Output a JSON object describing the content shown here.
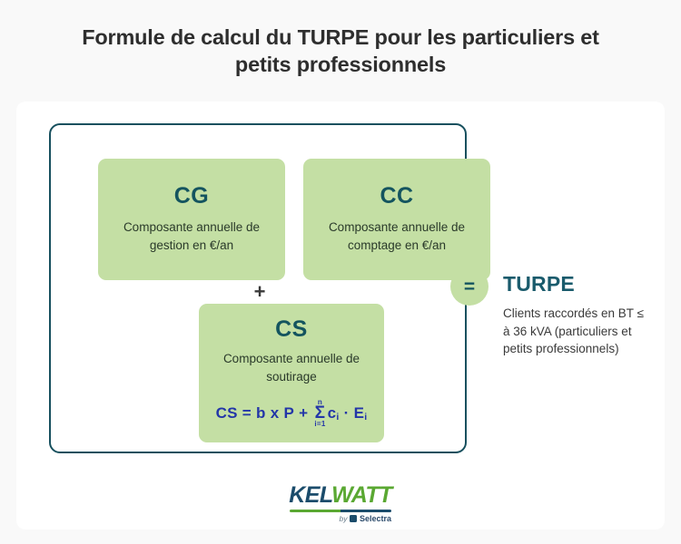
{
  "title": "Formule de calcul du TURPE pour les particuliers et petits professionnels",
  "components": [
    {
      "code": "CG",
      "description": "Composante annuelle de gestion en €/an"
    },
    {
      "code": "CC",
      "description": "Composante annuelle de comptage en €/an"
    },
    {
      "code": "CS",
      "description": "Composante annuelle de soutirage",
      "formula": {
        "lhs": "CS",
        "equals": "=",
        "term1": "b x P",
        "operator": "+",
        "sum_upper": "n",
        "sum_symbol": "Σ",
        "sum_lower": "i=1",
        "factor1": "c",
        "factor1_sub": "i",
        "dot": "·",
        "factor2": "E",
        "factor2_sub": "i",
        "plain": "CS = b x P + Σ(i=1..n) ci · Ei"
      }
    }
  ],
  "operators": {
    "plus": "+",
    "equals": "="
  },
  "result": {
    "title": "TURPE",
    "description": "Clients raccordés en BT ≤ à 36 kVA (particuliers et petits professionnels)"
  },
  "logo": {
    "part1": "KEL",
    "part2": "WATT",
    "by_text": "by",
    "brand": "Selectra"
  },
  "colors": {
    "green_box": "#c4dfa4",
    "teal_heading": "#14545f",
    "frame_border": "#17505e",
    "formula_blue": "#2336a8",
    "result_title": "#1a5b6c",
    "logo_kel": "#1b4c6b",
    "logo_watt": "#5aa832",
    "background": "#f9f9f9",
    "card": "#ffffff"
  }
}
